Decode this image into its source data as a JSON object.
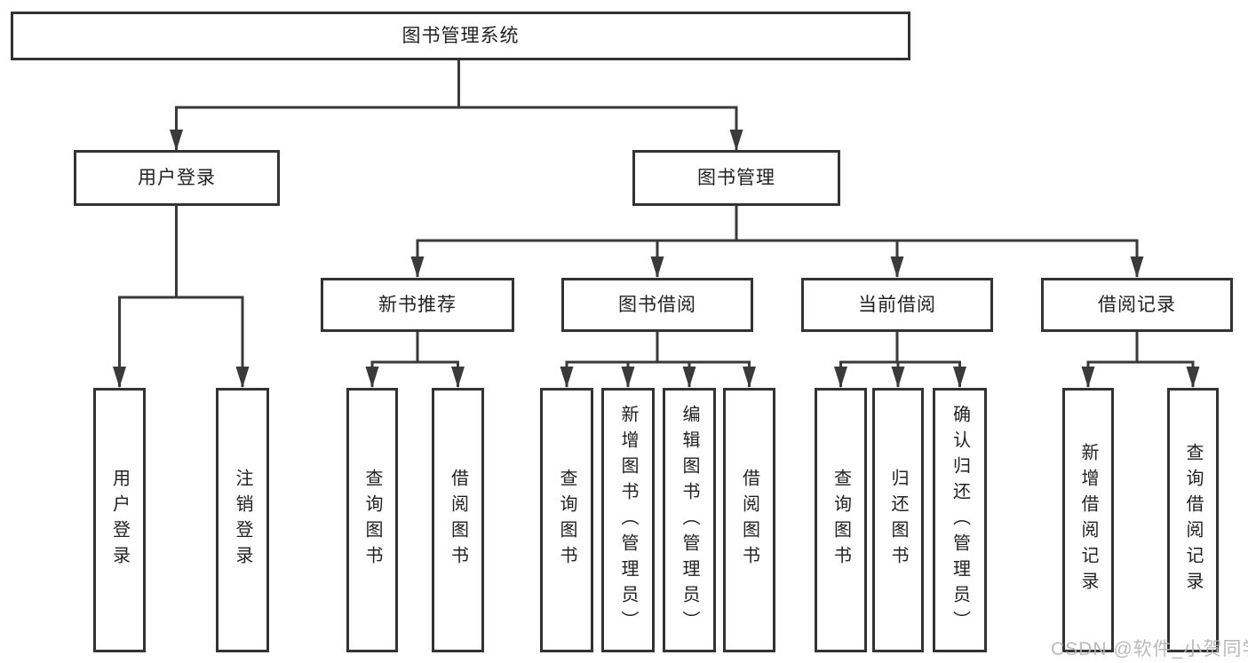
{
  "diagram": {
    "root": {
      "label": "图书管理系统"
    },
    "user_login": {
      "label": "用户登录",
      "children": [
        {
          "label": "用户登录"
        },
        {
          "label": "注销登录"
        }
      ]
    },
    "book_management": {
      "label": "图书管理",
      "groups": [
        {
          "label": "新书推荐",
          "children": [
            {
              "label": "查询图书"
            },
            {
              "label": "借阅图书"
            }
          ]
        },
        {
          "label": "图书借阅",
          "children": [
            {
              "label": "查询图书"
            },
            {
              "label": "新增图书（管理员）"
            },
            {
              "label": "编辑图书（管理员）"
            },
            {
              "label": "借阅图书"
            }
          ]
        },
        {
          "label": "当前借阅",
          "children": [
            {
              "label": "查询图书"
            },
            {
              "label": "归还图书"
            },
            {
              "label": "确认归还（管理员）"
            }
          ]
        },
        {
          "label": "借阅记录",
          "children": [
            {
              "label": "新增借阅记录"
            },
            {
              "label": "查询借阅记录"
            }
          ]
        }
      ]
    }
  },
  "watermark": {
    "text": "CSDN @软件_小贺同学"
  },
  "colors": {
    "line": "#3a3a3a",
    "box_border": "#333333",
    "box_fill": "#ffffff",
    "text": "#222222",
    "watermark": "#b5b5b5"
  }
}
